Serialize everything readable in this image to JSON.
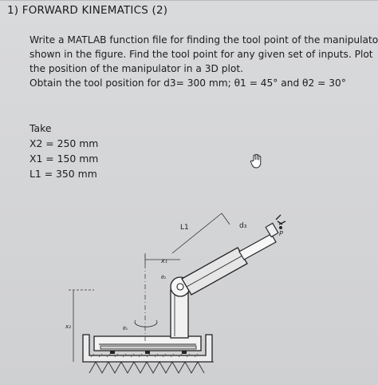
{
  "heading": "1) FORWARD KINEMATICS (2)",
  "paragraph": [
    "Write a MATLAB function file for finding the tool point of the manipulator",
    "shown in the figure. Find the tool point for any given set of inputs. Plot",
    "the position of the manipulator in a 3D plot.",
    "Obtain the tool position for d3= 300 mm; θ1 = 45° and θ2 = 30°"
  ],
  "take": {
    "label": "Take",
    "values": [
      "X2 = 250 mm",
      "X1 = 150 mm",
      "L1 = 350 mm"
    ]
  },
  "figure": {
    "label_L1": "L1",
    "label_d3": "d₃",
    "label_P": "P",
    "label_x1": "x₁",
    "label_x2": "x₂",
    "label_theta1": "θ₁",
    "label_theta2": "θ₂"
  },
  "icons": {
    "cursor": "hand-cursor-icon"
  }
}
